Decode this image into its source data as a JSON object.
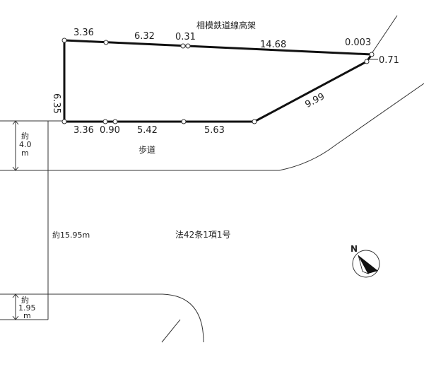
{
  "labels": {
    "railway": "相模鉄道線高架",
    "sidewalk": "歩道",
    "road": "法42条1項1号",
    "sidewalk_width": [
      "約",
      "4.0",
      "m"
    ],
    "road_width": "約15.95m",
    "lower_width": [
      "約",
      "1.95",
      "m"
    ],
    "north": "N"
  },
  "dimensions": {
    "top": [
      "3.36",
      "6.32",
      "0.31",
      "14.68",
      "0.003"
    ],
    "right": [
      "0.71",
      "9.99"
    ],
    "bottom": [
      "3.36",
      "0.90",
      "5.42",
      "5.63"
    ],
    "left": [
      "6.35"
    ]
  },
  "colors": {
    "line": "#111111",
    "compass_fill": "#111111"
  },
  "icons": {
    "compass": "north-arrow-icon"
  }
}
